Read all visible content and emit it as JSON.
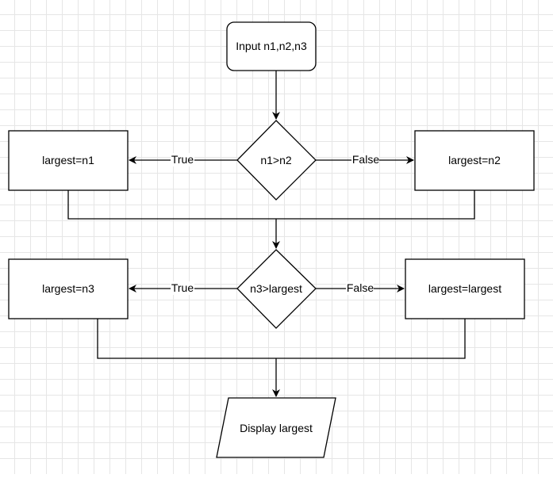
{
  "diagram": {
    "nodes": {
      "input": "Input n1,n2,n3",
      "decision1": "n1>n2",
      "largest_n1": "largest=n1",
      "largest_n2": "largest=n2",
      "decision2": "n3>largest",
      "largest_n3": "largest=n3",
      "largest_keep": "largest=largest",
      "display": "Display largest"
    },
    "edge_labels": {
      "d1_true": "True",
      "d1_false": "False",
      "d2_true": "True",
      "d2_false": "False"
    }
  }
}
